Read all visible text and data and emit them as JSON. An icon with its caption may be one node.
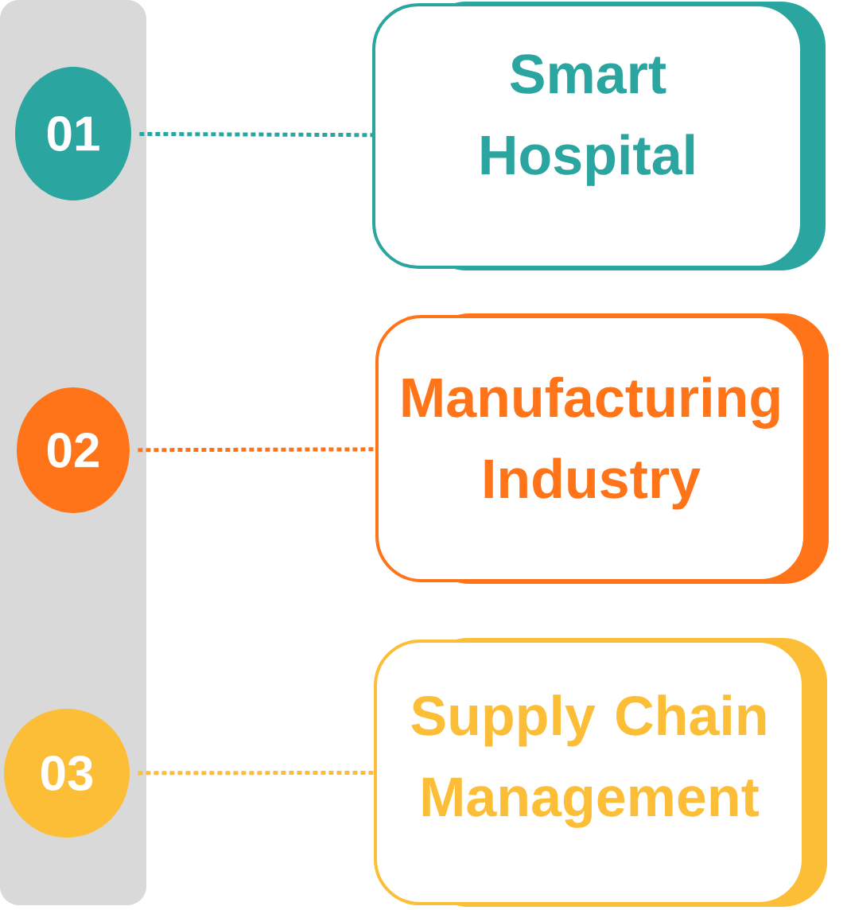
{
  "diagram": {
    "nodes": [
      {
        "text": [
          "01"
        ]
      },
      {
        "text": [
          "Smart Hospital"
        ]
      },
      {
        "text": [
          "02"
        ]
      },
      {
        "text": [
          "Manufacturing Industry"
        ]
      },
      {
        "text": [
          "03"
        ]
      },
      {
        "text": [
          "Supply Chain Management"
        ]
      }
    ],
    "edges": [
      {
        "from": 0,
        "to": 1,
        "arrow": "none",
        "style": "dashed",
        "color": "#2aa59f"
      },
      {
        "from": 2,
        "to": 3,
        "arrow": "none",
        "style": "dashed",
        "color": "#ff7418"
      },
      {
        "from": 4,
        "to": 5,
        "arrow": "none",
        "style": "dashed",
        "color": "#fcbe37"
      }
    ]
  }
}
